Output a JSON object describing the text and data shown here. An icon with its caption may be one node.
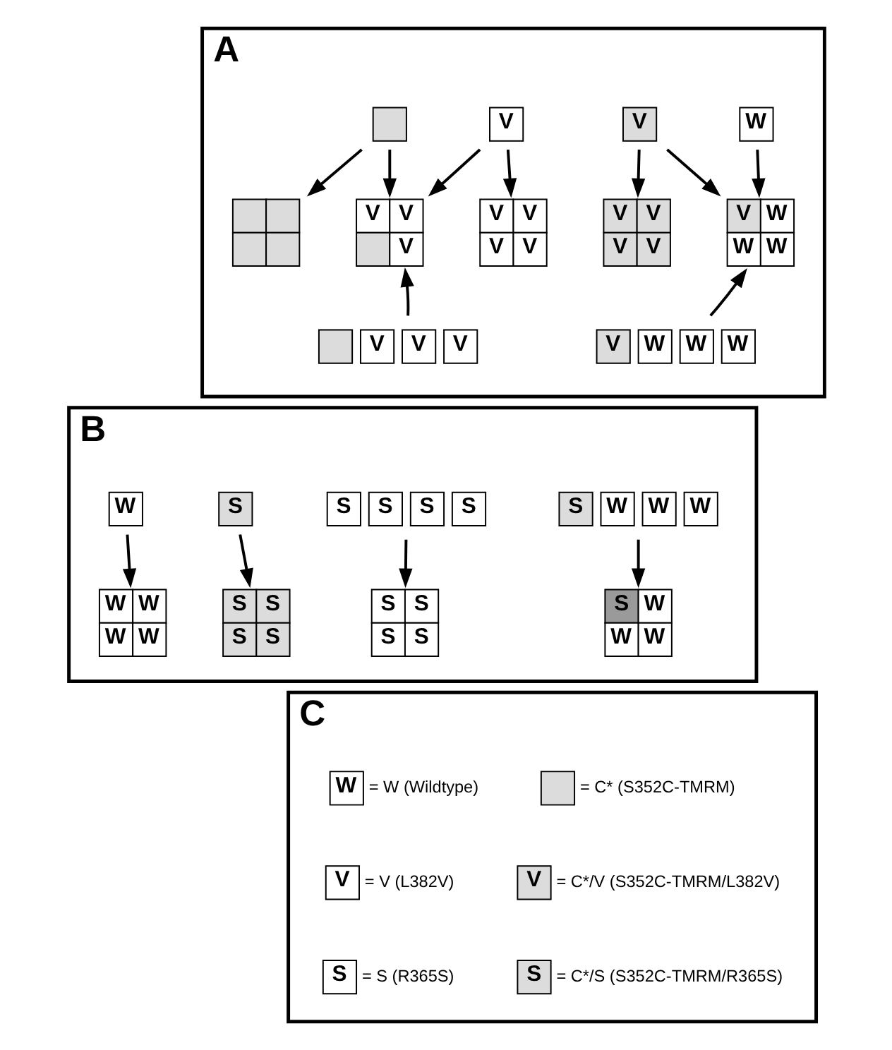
{
  "diagram": {
    "nodes": [
      {
        "text": [
          "A"
        ]
      },
      {
        "text": [],
        "shape": "box",
        "in": 0
      },
      {
        "text": [
          "V"
        ],
        "in": 0
      },
      {
        "text": [
          "V"
        ],
        "in": 0
      },
      {
        "text": [
          "W"
        ],
        "in": 0
      },
      {
        "text": [],
        "shape": "box",
        "in": 0
      },
      {
        "text": [
          "V",
          "V",
          "V"
        ],
        "in": 0
      },
      {
        "text": [
          "V",
          "V",
          "V",
          "V"
        ],
        "in": 0
      },
      {
        "text": [
          "V",
          "V",
          "V",
          "V"
        ],
        "in": 0
      },
      {
        "text": [
          "V",
          "W",
          "W",
          "W"
        ],
        "in": 0
      },
      {
        "text": [
          "V",
          "V",
          "V"
        ],
        "in": 0
      },
      {
        "text": [
          "V",
          "W",
          "W",
          "W"
        ],
        "in": 0
      },
      {
        "text": [
          "B"
        ]
      },
      {
        "text": [
          "W"
        ],
        "in": 12
      },
      {
        "text": [
          "S"
        ],
        "in": 12
      },
      {
        "text": [
          "S",
          "S",
          "S",
          "S"
        ],
        "in": 12
      },
      {
        "text": [
          "S",
          "W",
          "W",
          "W"
        ],
        "in": 12
      },
      {
        "text": [
          "W",
          "W",
          "W",
          "W"
        ],
        "in": 12
      },
      {
        "text": [
          "S",
          "S",
          "S",
          "S"
        ],
        "in": 12
      },
      {
        "text": [
          "S",
          "S",
          "S",
          "S"
        ],
        "in": 12
      },
      {
        "text": [
          "S",
          "W",
          "W",
          "W"
        ],
        "in": 12
      },
      {
        "text": [
          "C"
        ]
      },
      {
        "text": [
          "W"
        ],
        "in": 21,
        "beside": [
          "= W (Wildtype)"
        ]
      },
      {
        "text": [],
        "shape": "box",
        "in": 21,
        "beside": [
          "= C* (S352C-TMRM)"
        ]
      },
      {
        "text": [
          "V"
        ],
        "in": 21,
        "beside": [
          "= V (L382V)"
        ]
      },
      {
        "text": [
          "V"
        ],
        "in": 21,
        "beside": [
          "= C*/V (S352C-TMRM/L382V)"
        ]
      },
      {
        "text": [
          "S"
        ],
        "in": 21,
        "beside": [
          "= S (R365S)"
        ]
      },
      {
        "text": [
          "S"
        ],
        "in": 21,
        "beside": [
          "= C*/S (S352C-TMRM/R365S)"
        ]
      }
    ],
    "edges": [
      {
        "from": 1,
        "to": 5,
        "arrow": "to"
      },
      {
        "from": 1,
        "to": 6,
        "arrow": "to"
      },
      {
        "from": 2,
        "to": 6,
        "arrow": "to"
      },
      {
        "from": 2,
        "to": 7,
        "arrow": "to"
      },
      {
        "from": 3,
        "to": 8,
        "arrow": "to"
      },
      {
        "from": 3,
        "to": 9,
        "arrow": "to"
      },
      {
        "from": 4,
        "to": 9,
        "arrow": "to"
      },
      {
        "from": 10,
        "to": 6,
        "arrow": "to"
      },
      {
        "from": 11,
        "to": 9,
        "arrow": "to"
      },
      {
        "from": 13,
        "to": 17,
        "arrow": "to"
      },
      {
        "from": 14,
        "to": 18,
        "arrow": "to"
      },
      {
        "from": 15,
        "to": 19,
        "arrow": "to"
      },
      {
        "from": 16,
        "to": 20,
        "arrow": "to"
      }
    ]
  }
}
